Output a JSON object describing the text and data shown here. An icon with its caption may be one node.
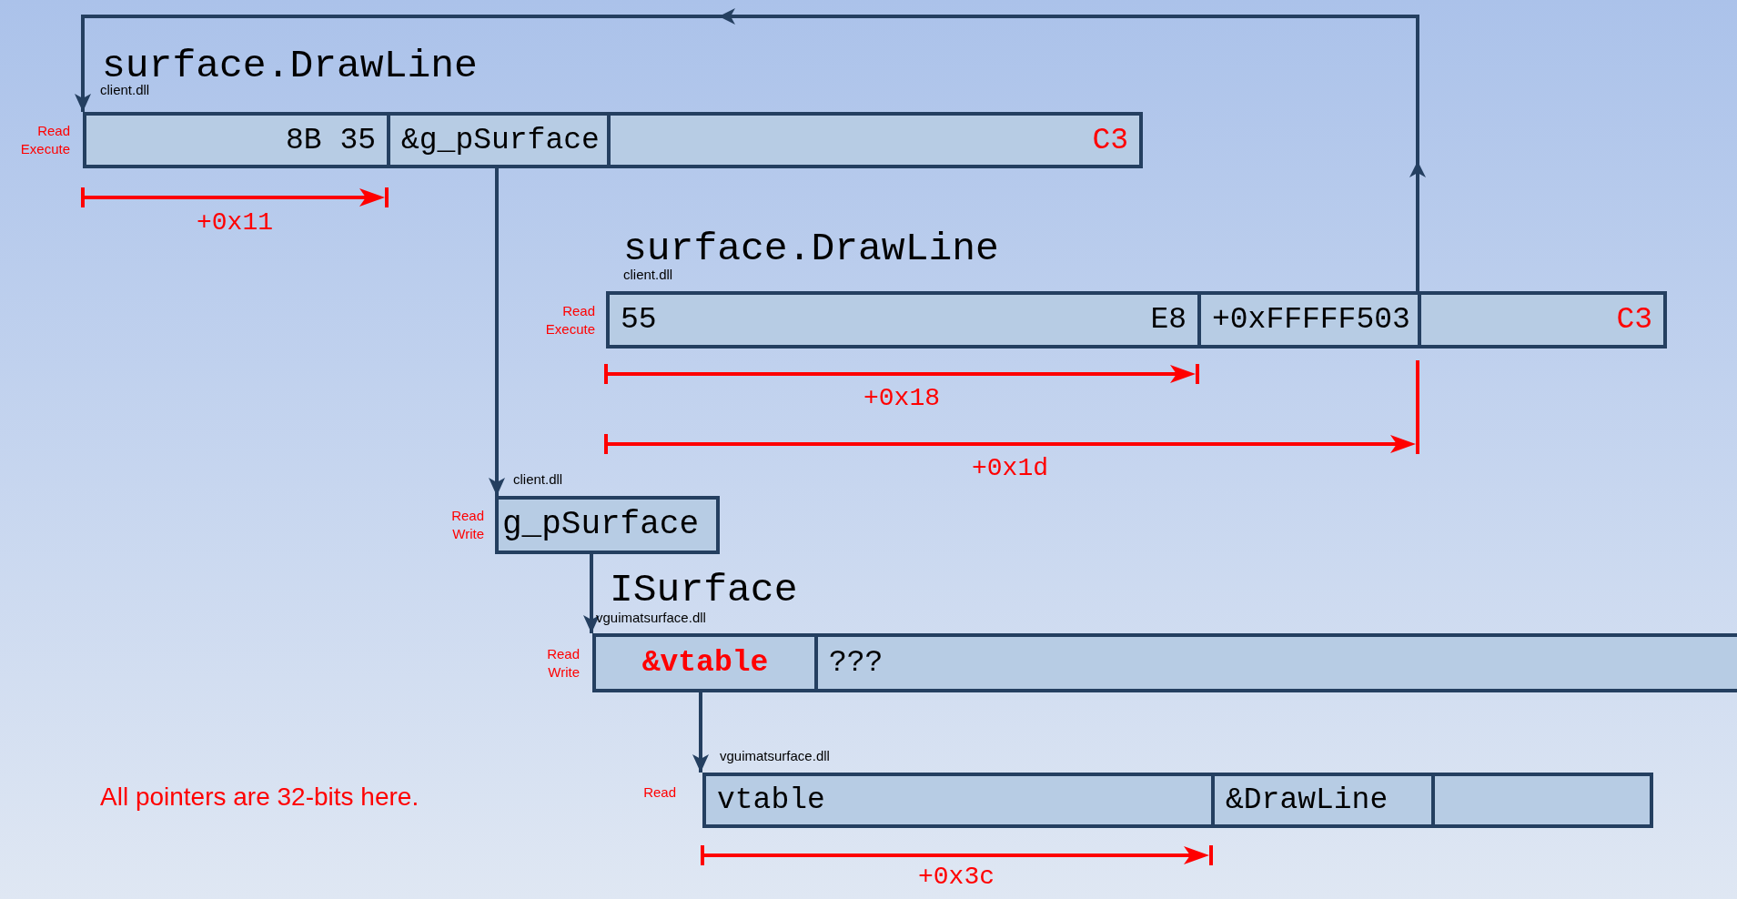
{
  "diagram": {
    "nodes": [
      {
        "text": [
          "surface.DrawLine",
          "client.dll"
        ],
        "beside": [
          "Read Execute"
        ]
      },
      {
        "text": [
          "8B 35"
        ],
        "in": 0
      },
      {
        "text": [
          "&g_pSurface"
        ],
        "in": 0
      },
      {
        "text": [
          "C3"
        ],
        "in": 0
      },
      {
        "text": [
          "surface.DrawLine",
          "client.dll"
        ],
        "beside": [
          "Read Execute"
        ]
      },
      {
        "text": [
          "55",
          "E8"
        ],
        "in": 4
      },
      {
        "text": [
          "+0xFFFFF503"
        ],
        "in": 4
      },
      {
        "text": [
          "C3"
        ],
        "in": 4
      },
      {
        "text": [
          "client.dll",
          "g_pSurface"
        ],
        "beside": [
          "Read Write"
        ]
      },
      {
        "text": [
          "ISurface",
          "vguimatsurface.dll"
        ],
        "beside": [
          "Read Write"
        ]
      },
      {
        "text": [
          "&vtable"
        ],
        "in": 9
      },
      {
        "text": [
          "???"
        ],
        "in": 9
      },
      {
        "text": [
          "vguimatsurface.dll"
        ],
        "beside": [
          "Read"
        ]
      },
      {
        "text": [
          "vtable"
        ],
        "in": 12
      },
      {
        "text": [
          "&DrawLine"
        ],
        "in": 12
      },
      {
        "text": [],
        "shape": "box",
        "in": 12
      }
    ],
    "edges": [
      {
        "from": 4,
        "to": 0,
        "arrow": "to"
      },
      {
        "from": 2,
        "to": 8,
        "arrow": "to"
      },
      {
        "from": 8,
        "to": 9,
        "arrow": "to"
      },
      {
        "from": 10,
        "to": 12,
        "arrow": "to"
      }
    ],
    "labels": [
      "+0x11",
      "+0x18",
      "+0x1d",
      "All pointers are 32-bits here.",
      "+0x3c"
    ]
  }
}
